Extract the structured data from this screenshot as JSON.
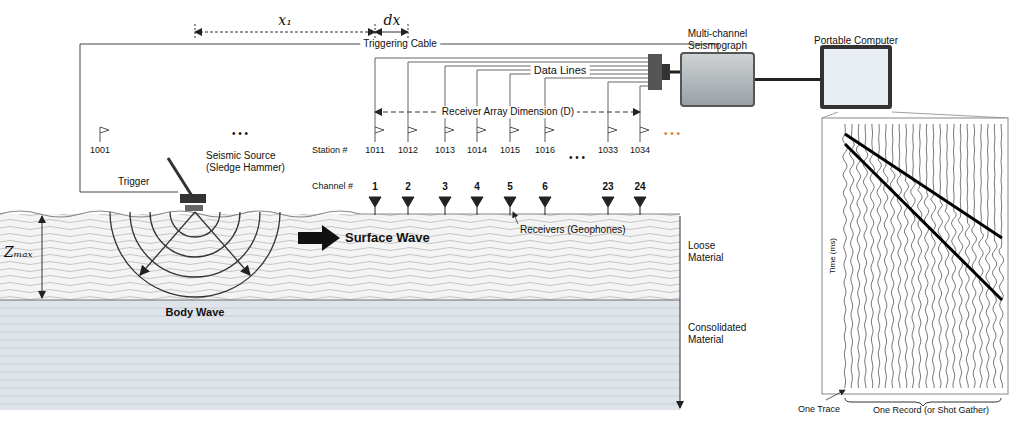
{
  "diagram": {
    "nodes": [
      {
        "text": [
          "Multi-channel Seismograph"
        ]
      },
      {
        "text": [
          "Portable Computer"
        ]
      }
    ],
    "edges": [
      {
        "from": 0,
        "to": 1,
        "arrow": "none"
      }
    ],
    "labels": [
      "x₁",
      "dx",
      "Triggering Cable",
      "Data Lines",
      "Receiver Array Dimension (D)",
      "1001",
      "• • •",
      "Station #",
      "1011",
      "1012",
      "1013",
      "1014",
      "1015",
      "1016",
      "• • •",
      "1033",
      "1034",
      "• • •",
      "Channel #",
      "1",
      "2",
      "3",
      "4",
      "5",
      "6",
      "23",
      "24",
      "Seismic Source (Sledge Hammer)",
      "Trigger",
      "Receivers (Geophones)",
      "Surface Wave",
      "Loose Material",
      "Consolidated Material",
      "Body Wave",
      "Zₘₐₓ",
      "Time (ms)",
      "One Trace",
      "One Record (or Shot Gather)"
    ]
  }
}
